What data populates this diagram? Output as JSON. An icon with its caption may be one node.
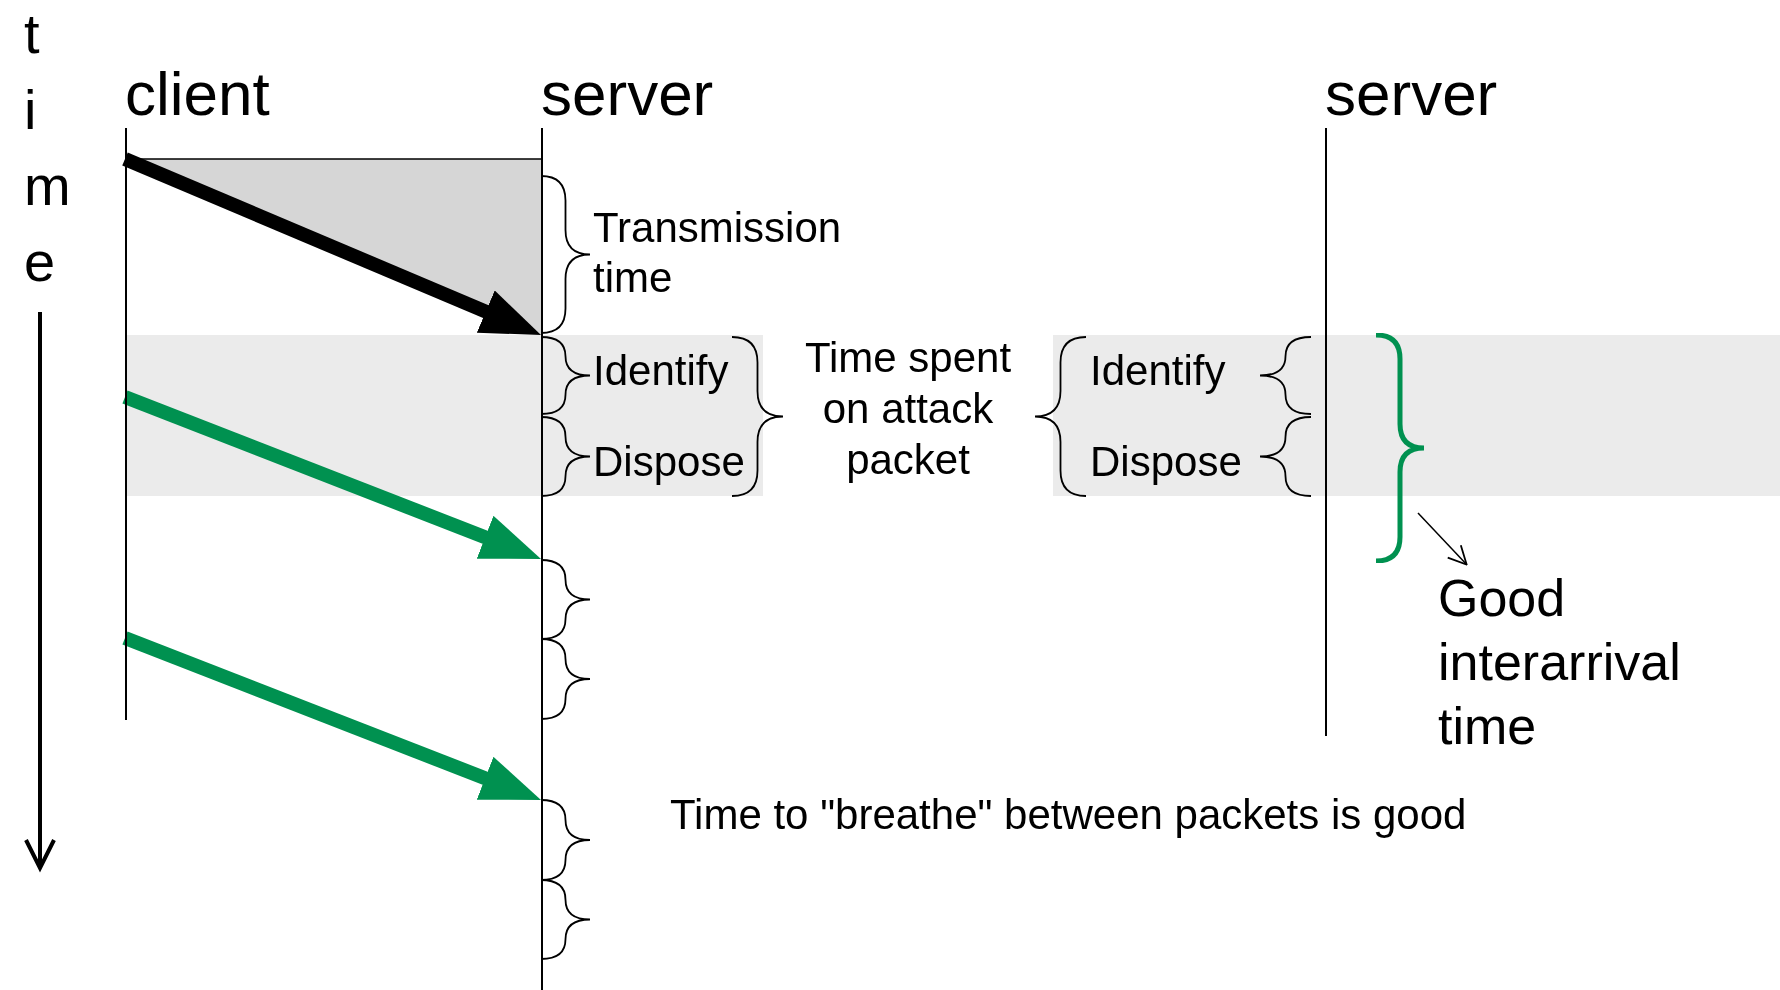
{
  "diagram": {
    "nodes": [
      {
        "text": [
          "client"
        ]
      },
      {
        "text": [
          "server"
        ]
      },
      {
        "text": [
          "server"
        ]
      },
      {
        "text": [],
        "shape": "brace"
      },
      {
        "text": [
          "Good interarrival time"
        ]
      }
    ],
    "edges": [
      {
        "from": 0,
        "to": 1,
        "arrow": "to",
        "color": "#000000"
      },
      {
        "from": 0,
        "to": 1,
        "arrow": "to",
        "color": "#009150"
      },
      {
        "from": 0,
        "to": 1,
        "arrow": "to",
        "color": "#009150"
      },
      {
        "from": 3,
        "to": 4,
        "arrow": "to"
      }
    ],
    "labels": [
      "time",
      "Transmission time",
      "Identify",
      "Dispose",
      "Time spent on attack packet",
      "Identify",
      "Dispose",
      "Time to \"breathe\" between packets is good"
    ]
  }
}
